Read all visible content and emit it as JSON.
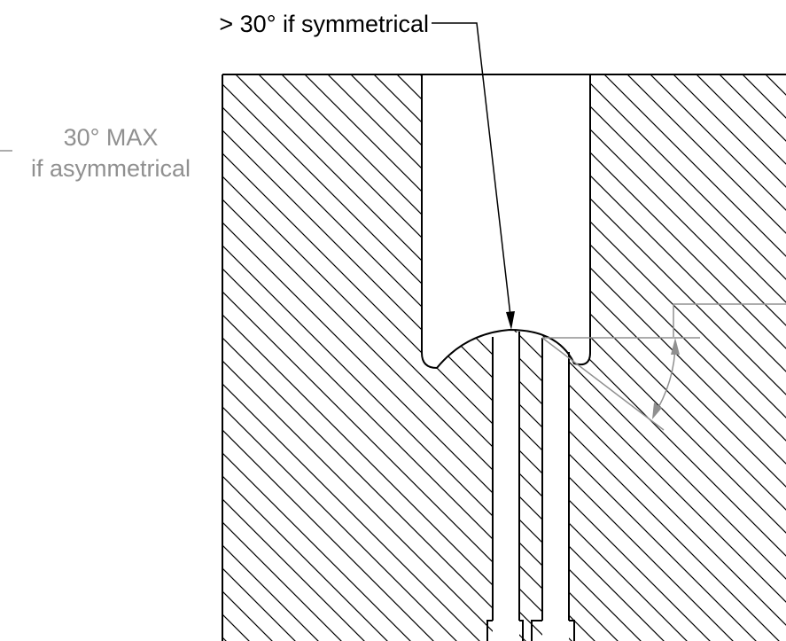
{
  "annotations": {
    "symmetrical_note": "> 30° if symmetrical",
    "asymmetrical_max": "30° MAX",
    "asymmetrical_note": "if asymmetrical"
  },
  "colors": {
    "outline": "#000000",
    "hatch": "#000000",
    "dimension_gray": "#909090",
    "background": "#ffffff"
  }
}
